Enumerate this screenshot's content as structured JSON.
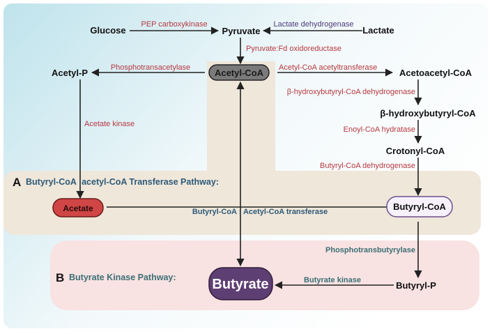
{
  "metabolites": {
    "glucose": "Glucose",
    "pyruvate": "Pyruvate",
    "lactate": "Lactate",
    "acetyl_coa": "Acetyl-CoA",
    "acetyl_p": "Acetyl-P",
    "acetoacetyl_coa": "Acetoacetyl-CoA",
    "hydroxybutyryl_coa": "β-hydroxybutyryl-CoA",
    "crotonyl_coa": "Crotonyl-CoA",
    "acetate": "Acetate",
    "butyryl_coa": "Butyryl-CoA",
    "butyryl_p": "Butyryl-P",
    "butyrate": "Butyrate"
  },
  "enzymes": {
    "pep_carboxykinase": "PEP carboxykinase",
    "lactate_dehydrogenase": "Lactate dehydrogenase",
    "pyruvate_fd_oxidoreductase": "Pyruvate:Fd oxidoreductase",
    "phosphotransacetylase": "Phosphotransacetylase",
    "acetyl_coa_acetyltransferase": "Acetyl-CoA acetyltransferase",
    "hbcd": "β-hydroxybutyryl-CoA dehydrogenase",
    "acetate_kinase": "Acetate kinase",
    "enoyl_coa_hydratase": "Enoyl-CoA hydratase",
    "butyryl_coa_dehydrogenase": "Butyryl-CoA dehydrogenase",
    "butyryl_acetyl_transferase": "Butyryl-CoA : Acetyl-CoA transferase",
    "phosphotransbutyrylase": "Phosphotransbutyrylase",
    "butyrate_kinase": "Butyrate kinase"
  },
  "pathways": {
    "a_letter": "A",
    "a_label": "Butyryl-CoA :acetyl-CoA Transferase Pathway:",
    "b_letter": "B",
    "b_label": "Butyrate Kinase Pathway:"
  },
  "colors": {
    "acetate_fill": "#d04545",
    "butyrate_fill": "#5e3f73",
    "acetyl_coa_fill": "#7a7a7a",
    "band_a": "#f2eadb",
    "band_b": "#f9e2e2",
    "enzyme_red": "#b5393f",
    "pathway_blue": "#2e5a78"
  }
}
